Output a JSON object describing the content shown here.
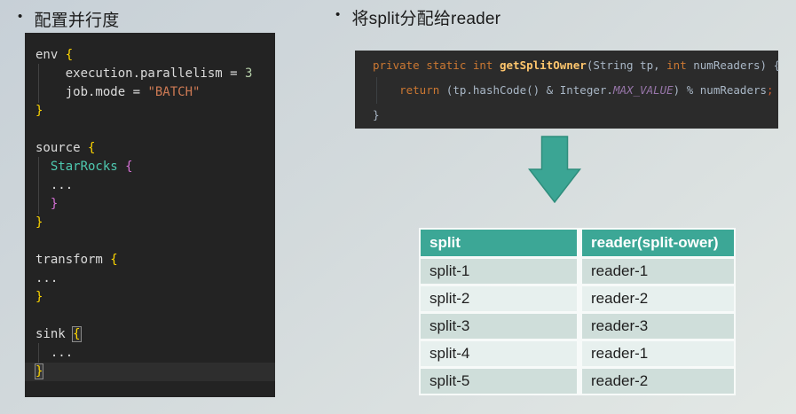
{
  "titles": {
    "bullet_char": "•",
    "left": "配置并行度",
    "right": "将split分配给reader"
  },
  "left_code": {
    "lines": [
      {
        "seg": [
          [
            "p",
            "env "
          ],
          [
            "b1",
            "{"
          ]
        ]
      },
      {
        "g": 1,
        "seg": [
          [
            "p",
            "    execution.parallelism = "
          ],
          [
            "num",
            "3"
          ]
        ]
      },
      {
        "g": 1,
        "seg": [
          [
            "p",
            "    job.mode = "
          ],
          [
            "str",
            "\"BATCH\""
          ]
        ]
      },
      {
        "seg": [
          [
            "b1",
            "}"
          ]
        ]
      },
      {
        "seg": []
      },
      {
        "seg": [
          [
            "p",
            "source "
          ],
          [
            "b1",
            "{"
          ]
        ]
      },
      {
        "g": 1,
        "seg": [
          [
            "p",
            "  "
          ],
          [
            "type",
            "StarRocks "
          ],
          [
            "b2",
            "{"
          ]
        ]
      },
      {
        "g": 1,
        "seg": [
          [
            "p",
            "  ..."
          ]
        ]
      },
      {
        "g": 1,
        "seg": [
          [
            "p",
            "  "
          ],
          [
            "b2",
            "}"
          ]
        ]
      },
      {
        "seg": [
          [
            "b1",
            "}"
          ]
        ]
      },
      {
        "seg": []
      },
      {
        "seg": [
          [
            "p",
            "transform "
          ],
          [
            "b1",
            "{"
          ]
        ]
      },
      {
        "seg": [
          [
            "p",
            "..."
          ]
        ]
      },
      {
        "seg": [
          [
            "b1",
            "}"
          ]
        ]
      },
      {
        "seg": []
      },
      {
        "seg": [
          [
            "p",
            "sink "
          ],
          [
            "b1 box",
            "{"
          ]
        ]
      },
      {
        "g": 1,
        "seg": [
          [
            "p",
            "  ..."
          ]
        ]
      },
      {
        "cur": 1,
        "seg": [
          [
            "b1 box",
            "}"
          ]
        ]
      }
    ]
  },
  "right_code": {
    "lines": [
      {
        "seg": [
          [
            "kw",
            "private static int "
          ],
          [
            "fn",
            "getSplitOwner"
          ],
          [
            "p",
            "(String tp, "
          ],
          [
            "kw",
            "int"
          ],
          [
            "p",
            " numReaders) {"
          ]
        ]
      },
      {
        "g": 1,
        "seg": [
          [
            "p",
            "    "
          ],
          [
            "kw",
            "return"
          ],
          [
            "p",
            " (tp.hashCode() & Integer."
          ],
          [
            "fld",
            "MAX_VALUE"
          ],
          [
            "p",
            ") % numReaders"
          ],
          [
            "semi",
            ";"
          ]
        ]
      },
      {
        "seg": [
          [
            "p",
            "}"
          ]
        ]
      }
    ]
  },
  "arrow": {
    "direction": "down",
    "fill": "#3ba594",
    "stroke": "#2e8d7c"
  },
  "table": {
    "headers": [
      "split",
      "reader(split-ower)"
    ],
    "rows": [
      [
        "split-1",
        "reader-1"
      ],
      [
        "split-2",
        "reader-2"
      ],
      [
        "split-3",
        "reader-3"
      ],
      [
        "split-4",
        "reader-1"
      ],
      [
        "split-5",
        "reader-2"
      ]
    ]
  },
  "colors": {
    "accent_teal": "#3ca796",
    "row_dark": "#cfdeda",
    "row_light": "#e7f0ee",
    "left_code_bg": "#232323",
    "right_code_bg": "#2b2b2b"
  }
}
